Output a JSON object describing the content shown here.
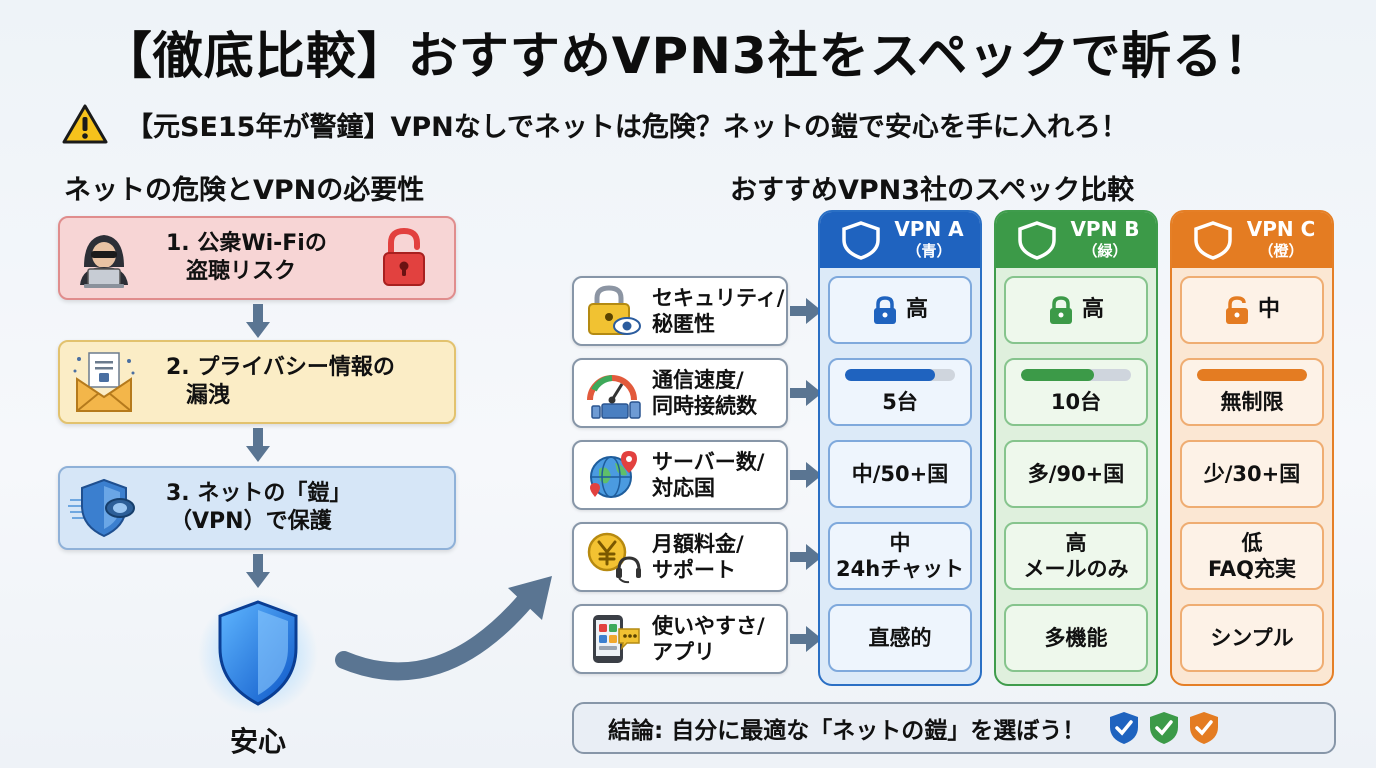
{
  "title": "【徹底比較】おすすめVPN3社をスペックで斬る！",
  "subtitle": "【元SE15年が警鐘】VPNなしでネットは危険？ネットの鎧で安心を手に入れろ！",
  "left": {
    "heading": "ネットの危険とVPNの必要性",
    "steps": [
      {
        "line1": "1. 公衆Wi-Fiの",
        "line2": "盗聴リスク"
      },
      {
        "line1": "2. プライバシー情報の",
        "line2": "漏洩"
      },
      {
        "line1": "3. ネットの「鎧」",
        "line2": "（VPN）で保護"
      }
    ],
    "result": "安心"
  },
  "right": {
    "heading": "おすすめVPN3社のスペック比較",
    "categories": [
      {
        "line1": "セキュリティ/",
        "line2": "秘匿性"
      },
      {
        "line1": "通信速度/",
        "line2": "同時接続数"
      },
      {
        "line1": "サーバー数/",
        "line2": "対応国"
      },
      {
        "line1": "月額料金/",
        "line2": "サポート"
      },
      {
        "line1": "使いやすさ/",
        "line2": "アプリ"
      }
    ],
    "vendors": [
      {
        "name": "VPN A",
        "sub": "（青）",
        "color": "#1f63bf",
        "security": "高",
        "speed": "5台",
        "speed_level": 0.82,
        "servers": "中/50+国",
        "price": "中",
        "support": "24hチャット",
        "usability": "直感的"
      },
      {
        "name": "VPN B",
        "sub": "（緑）",
        "color": "#3c9a48",
        "security": "高",
        "speed": "10台",
        "speed_level": 0.66,
        "servers": "多/90+国",
        "price": "高",
        "support": "メールのみ",
        "usability": "多機能"
      },
      {
        "name": "VPN C",
        "sub": "（橙）",
        "color": "#e47c22",
        "security": "中",
        "speed": "無制限",
        "speed_level": 1.0,
        "servers": "少/30+国",
        "price": "低",
        "support": "FAQ充実",
        "usability": "シンプル"
      }
    ]
  },
  "conclusion": "結論: 自分に最適な「ネットの鎧」を選ぼう！"
}
